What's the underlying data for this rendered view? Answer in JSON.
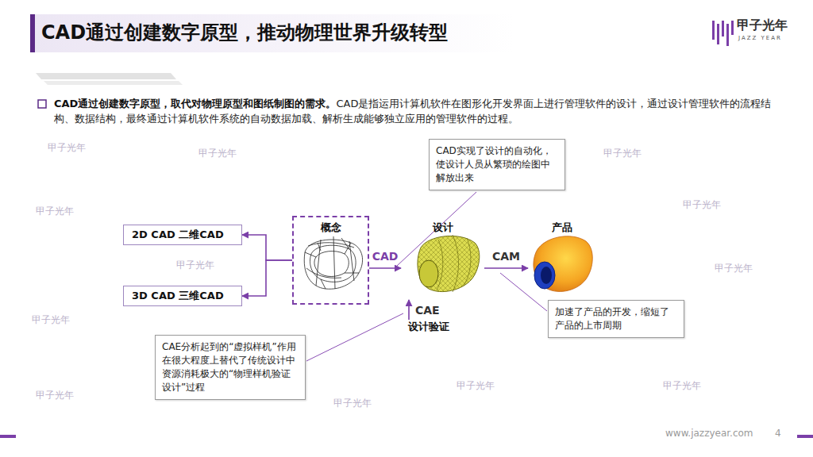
{
  "diagram": {
    "title": "CAD通过创建数字原型，推动物理世界升级转型",
    "nodes": [
      {
        "text": [
          "2D CAD 二维CAD"
        ]
      },
      {
        "text": [
          "3D CAD 三维CAD"
        ]
      },
      {
        "text": [
          "概念"
        ]
      },
      {
        "text": [
          "设计"
        ]
      },
      {
        "text": [
          "产品"
        ]
      },
      {
        "text": [
          "设计验证"
        ]
      },
      {
        "text": [
          "CAD实现了设计的自动化，使设计人员从繁琐的绘图中解放出来"
        ]
      },
      {
        "text": [
          "加速了产品的开发，缩短了产品的上市周期"
        ]
      },
      {
        "text": [
          "CAE分析起到的“虚拟样机”作用在很大程度上替代了传统设计中资源消耗极大的“物理样机验证设计”过程"
        ]
      }
    ],
    "edges": [
      {
        "from": 2,
        "to": 0,
        "arrow": "to"
      },
      {
        "from": 2,
        "to": 1,
        "arrow": "to"
      },
      {
        "from": 2,
        "to": 3,
        "label": "CAD",
        "arrow": "to"
      },
      {
        "from": 3,
        "to": 4,
        "label": "CAM",
        "arrow": "to"
      },
      {
        "from": 5,
        "to": 3,
        "label": "CAE",
        "arrow": "to"
      }
    ],
    "labels": [
      "甲子光年",
      "JAZZ YEAR",
      "CAD通过创建数字原型，取代对物理原型和图纸制图的需求。",
      "CAD是指运用计算机软件在图形化开发界面上进行管理软件的设计，通过设计管理软件的流程结构、数据结构，最终通过计算机软件系统的自动数据加载、解析生成能够独立应用的管理软件的过程。",
      "www.jazzyear.com",
      "4",
      "甲子光年",
      "甲子光年",
      "甲子光年",
      "甲子光年",
      "甲子光年",
      "甲子光年",
      "甲子光年",
      "甲子光年",
      "甲子光年",
      "甲子光年",
      "甲子光年",
      "甲子光年"
    ]
  }
}
